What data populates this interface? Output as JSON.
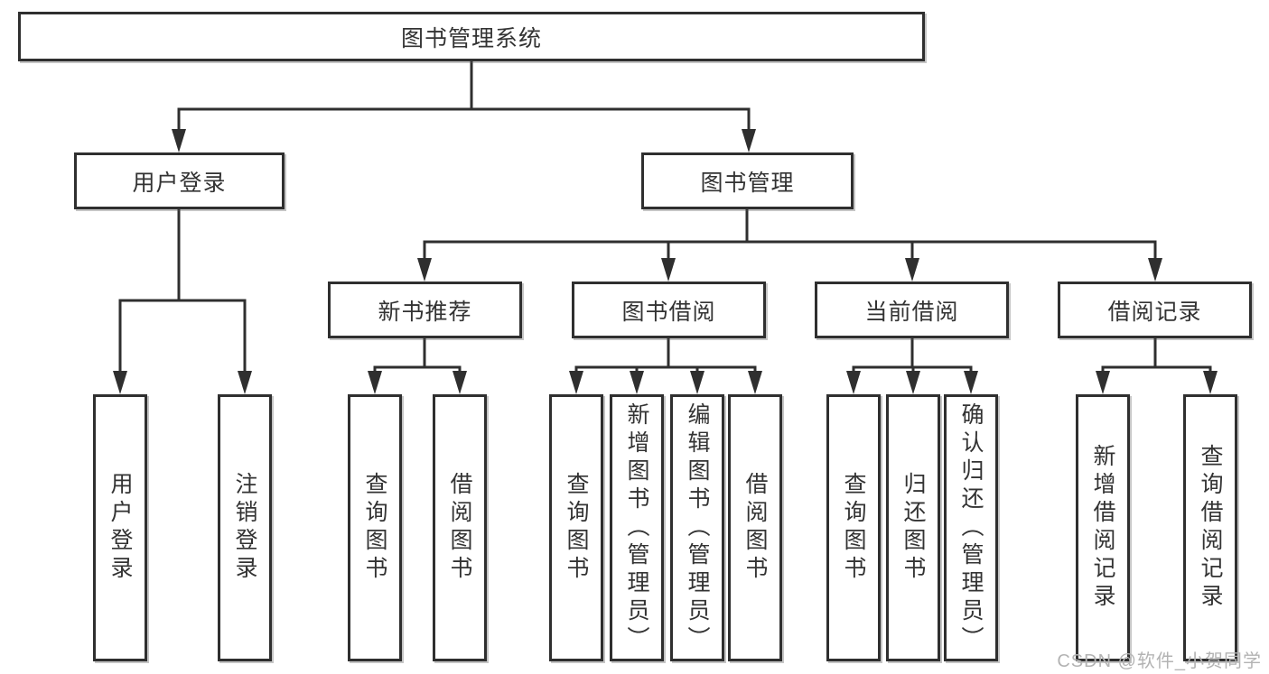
{
  "colors": {
    "line": "#2f2f2f",
    "box_border": "#2f2f2f",
    "box_fill": "#ffffff",
    "text": "#333333",
    "watermark_text": "#b3b3b3"
  },
  "root": {
    "label": "图书管理系统"
  },
  "level2": [
    {
      "id": "user-login",
      "label": "用户登录"
    },
    {
      "id": "book-mgmt",
      "label": "图书管理"
    }
  ],
  "level3": [
    {
      "id": "new-book-recommend",
      "label": "新书推荐",
      "parent": "图书管理"
    },
    {
      "id": "book-borrow",
      "label": "图书借阅",
      "parent": "图书管理"
    },
    {
      "id": "current-borrow",
      "label": "当前借阅",
      "parent": "图书管理"
    },
    {
      "id": "borrow-records",
      "label": "借阅记录",
      "parent": "图书管理"
    }
  ],
  "leaves": [
    {
      "label": "用户登录",
      "parent": "用户登录"
    },
    {
      "label": "注销登录",
      "parent": "用户登录"
    },
    {
      "label": "查询图书",
      "parent": "新书推荐"
    },
    {
      "label": "借阅图书",
      "parent": "新书推荐"
    },
    {
      "label": "查询图书",
      "parent": "图书借阅"
    },
    {
      "label": "新增图书（管理员）",
      "parent": "图书借阅"
    },
    {
      "label": "编辑图书（管理员）",
      "parent": "图书借阅"
    },
    {
      "label": "借阅图书",
      "parent": "图书借阅"
    },
    {
      "label": "查询图书",
      "parent": "当前借阅"
    },
    {
      "label": "归还图书",
      "parent": "当前借阅"
    },
    {
      "label": "确认归还（管理员）",
      "parent": "当前借阅"
    },
    {
      "label": "新增借阅记录",
      "parent": "借阅记录"
    },
    {
      "label": "查询借阅记录",
      "parent": "借阅记录"
    }
  ],
  "watermark": {
    "text": "CSDN @软件_小贺同学"
  }
}
